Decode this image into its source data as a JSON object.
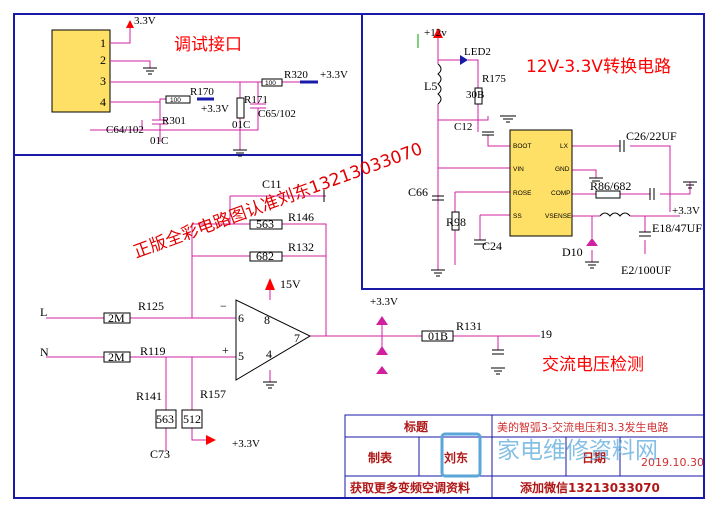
{
  "titles": {
    "debug_port": "调试接口",
    "converter": "12V-3.3V转换电路",
    "ac_detect": "交流电压检测"
  },
  "watermark": "正版全彩电路图认准刘东13213033070",
  "connector": {
    "pins": [
      "1",
      "2",
      "3",
      "4"
    ],
    "supply": "3.3V"
  },
  "debug_parts": {
    "r320": "R320",
    "r320_val": "100",
    "supply_3v3": "+3.3V",
    "r170": "R170",
    "r170_val": "100",
    "supply_3v3_b": "+3.3V",
    "r171": "R171",
    "r301": "R301",
    "c64": "C64/102",
    "c65": "C65/102",
    "c01a": "01C",
    "c01b": "01C"
  },
  "converter_parts": {
    "supply": "+12v",
    "led": "LED2",
    "inductor": "L5",
    "r175": "R175",
    "r175_val": "30B",
    "c12": "C12",
    "c66": "C66",
    "r98": "R98",
    "c24": "C24",
    "c26": "C26/22UF",
    "r86": "R86/682",
    "out": "+3.3V",
    "e18": "E18/47UF",
    "d10": "D10",
    "e2": "E2/100UF",
    "ic_pins_left": [
      "BOOT",
      "VIN",
      "ROSE",
      "SS"
    ],
    "ic_pins_right": [
      "LX",
      "GND",
      "COMP",
      "VSENSE"
    ]
  },
  "amp_parts": {
    "c11": "C11",
    "r146": "R146",
    "r146_val": "563",
    "r132": "R132",
    "r132_val": "682",
    "supply_15v": "15V",
    "in_l": "L",
    "in_n": "N",
    "r125": "R125",
    "r125_val": "2M",
    "r119": "R119",
    "r119_val": "2M",
    "pin6": "6",
    "pin5": "5",
    "pin8": "8",
    "pin4": "4",
    "pin7": "7",
    "minus": "−",
    "plus": "+",
    "r141": "R141",
    "r141_val": "563",
    "r157": "R157",
    "r157_val": "512",
    "c73": "C73",
    "supply_3v3": "+3.3V",
    "clamp_3v3": "+3.3V",
    "r131": "R131",
    "r131_val": "01B",
    "out_node": "19"
  },
  "title_block": {
    "label_title": "标题",
    "title_value": "美的智弧3-交流电压和3.3发生电路",
    "label_drawn": "制表",
    "drawn_by": "刘东",
    "label_date": "日期",
    "date_value": "2019.10.30",
    "promo_left": "获取更多变频空调资料",
    "promo_right": "添加微信13213033070",
    "logo_text": "家电维修资料网"
  },
  "colors": {
    "frame": "#1a1aa8",
    "wire": "#d020a0",
    "part": "#000000",
    "arrow": "#ff0000",
    "ic_fill": "#ffe066",
    "title_text": "#ff0000"
  }
}
